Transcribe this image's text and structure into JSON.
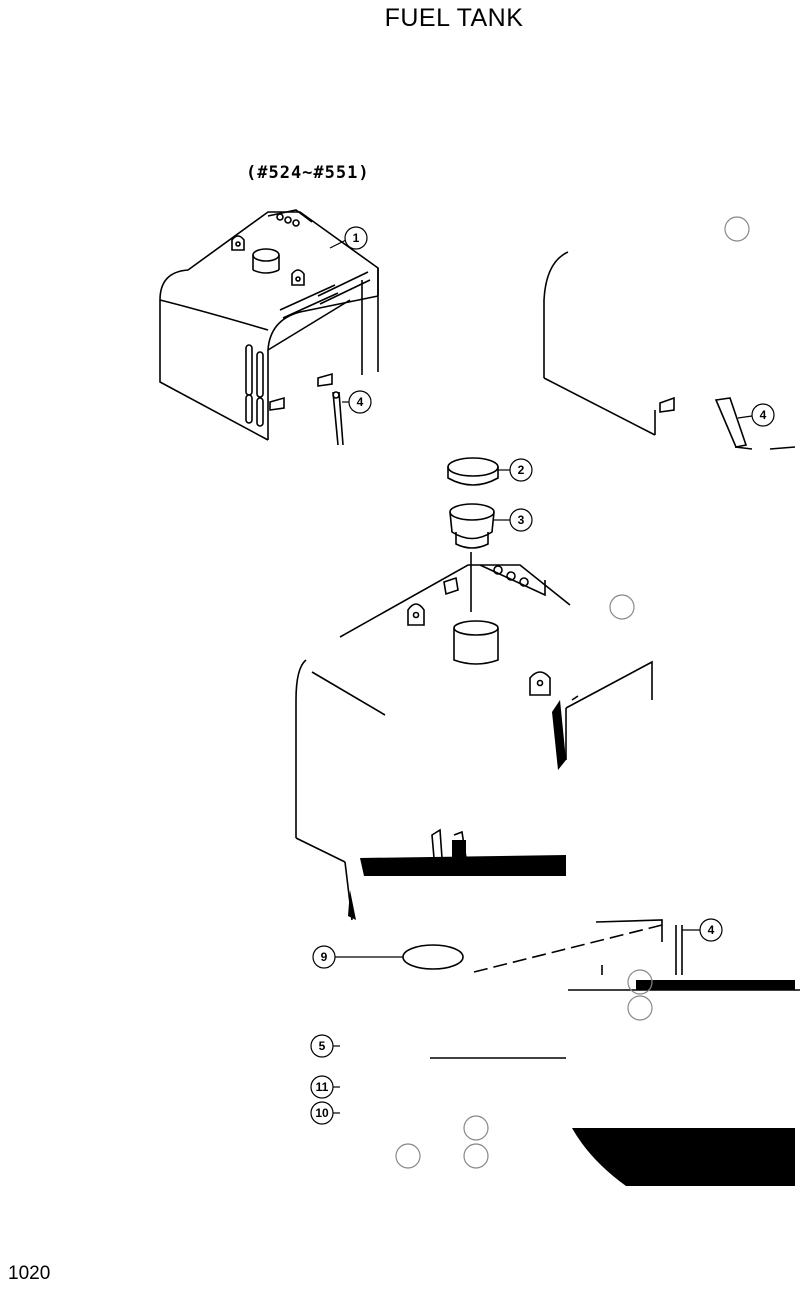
{
  "header": {
    "title": "FUEL TANK"
  },
  "serial_range": "(#524~#551)",
  "page_number": "1020",
  "callouts": [
    {
      "id": "callout-1",
      "label": "1"
    },
    {
      "id": "callout-2",
      "label": "2"
    },
    {
      "id": "callout-3",
      "label": "3"
    },
    {
      "id": "callout-4a",
      "label": "4"
    },
    {
      "id": "callout-4b",
      "label": "4"
    },
    {
      "id": "callout-4c",
      "label": "4"
    },
    {
      "id": "callout-9",
      "label": "9"
    },
    {
      "id": "callout-5",
      "label": "5"
    },
    {
      "id": "callout-11",
      "label": "11"
    },
    {
      "id": "callout-10",
      "label": "10"
    }
  ]
}
